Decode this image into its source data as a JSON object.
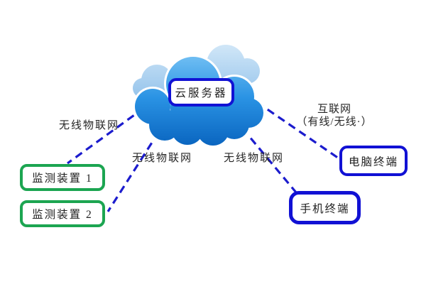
{
  "nodes": {
    "cloud_server": {
      "label": "云服务器"
    },
    "monitor_1": {
      "label": "监测装置 1"
    },
    "monitor_2": {
      "label": "监测装置 2"
    },
    "pc_terminal": {
      "label": "电脑终端"
    },
    "phone_terminal": {
      "label": "手机终端"
    }
  },
  "links": {
    "cloud_to_monitor_1": {
      "label": "无线物联网"
    },
    "cloud_to_monitor_2": {
      "label": "无线物联网"
    },
    "cloud_to_phone": {
      "label": "无线物联网"
    },
    "cloud_to_pc": {
      "label_line1": "互联网",
      "label_line2": "（有线/无线·）"
    }
  },
  "colors": {
    "link_dash": "#1c1ccd",
    "blue_box_border": "#1111d4",
    "green_box_border": "#1ca551",
    "cloud_main_top": "#6cbcf2",
    "cloud_main_bottom": "#0a65c0",
    "cloud_light_top": "#d3e8f8",
    "cloud_light_bottom": "#8fc0ea",
    "text_color": "#1f1f1f"
  }
}
